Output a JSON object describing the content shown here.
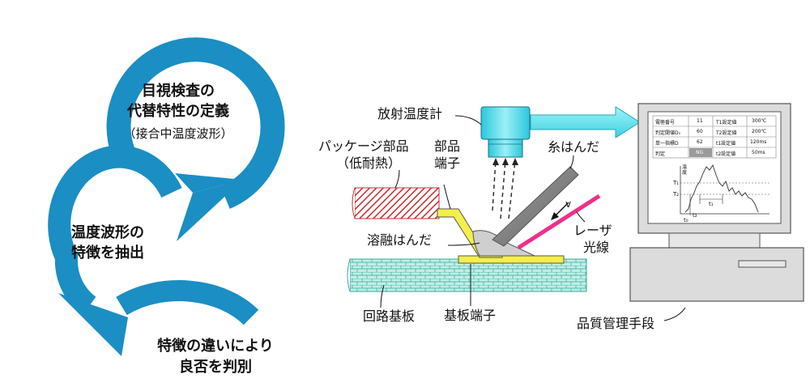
{
  "cycle": {
    "step1_line1": "目視検査の",
    "step1_line2": "代替特性の定義",
    "step1_sub": "（接合中温度波形）",
    "step2_line1": "温度波形の",
    "step2_line2": "特徴を抽出",
    "step3_line1": "特徴の違いにより",
    "step3_line2": "良否を判別"
  },
  "labels": {
    "radiation_thermometer": "放射温度計",
    "package_part": "パッケージ部品",
    "package_part_note": "（低耐熱）",
    "component_terminal_1": "部品",
    "component_terminal_2": "端子",
    "thread_solder": "糸はんだ",
    "v": "v",
    "molten_solder": "溶融はんだ",
    "laser_1": "レーザ",
    "laser_2": "光線",
    "circuit_board": "回路基板",
    "board_terminal": "基板端子",
    "quality_control": "品質管理手段"
  },
  "monitor": {
    "rows": [
      [
        "電極番号",
        "11",
        "T1設定値",
        "300℃"
      ],
      [
        "判定閾値D₀",
        "60",
        "T2設定値",
        "200℃"
      ],
      [
        "単一指標D",
        "62",
        "t1設定値",
        "120ms"
      ],
      [
        "判定",
        "NG",
        "t2設定値",
        "50ms"
      ]
    ],
    "graph_ylabel": "温度",
    "T1": "T₁",
    "T2": "T₂",
    "t1": "t₁",
    "t2": "t₂",
    "t0": "t₀"
  },
  "colors": {
    "cycle_blue": "#1b8ec4",
    "thermometer_cyan": "#4fd8e8",
    "solder_yellow": "#f5ef4a",
    "laser_pink": "#ef2f8c",
    "board_teal": "#bfeee6",
    "package_red": "#c43030"
  }
}
